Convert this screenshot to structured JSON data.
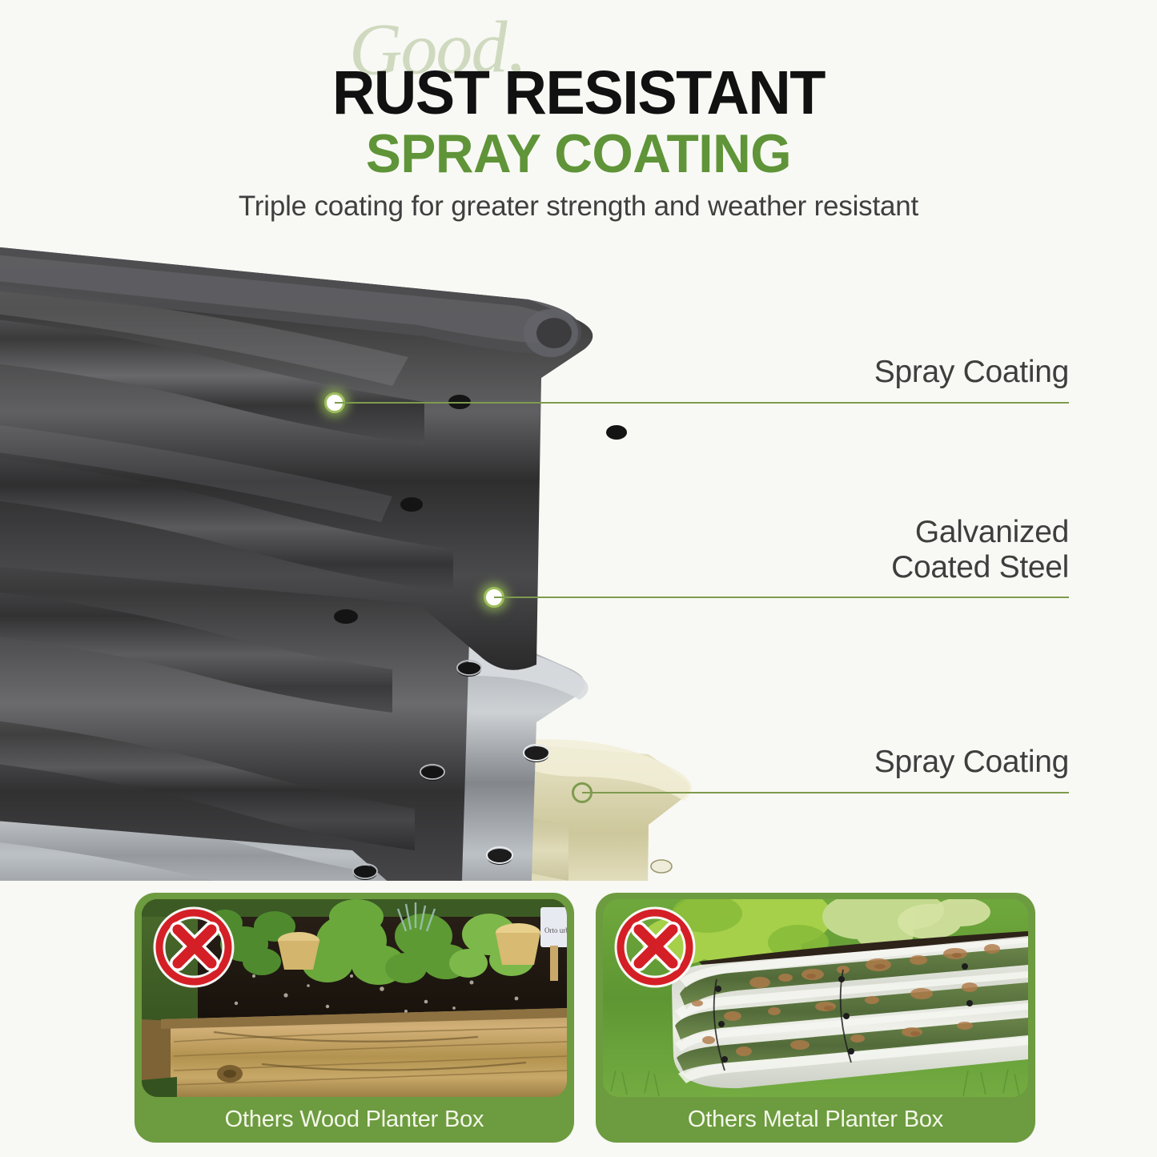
{
  "header": {
    "script_accent": "Good,",
    "title_line1": "RUST RESISTANT",
    "title_line2": "SPRAY COATING",
    "description": "Triple coating for greater strength and weather resistant"
  },
  "colors": {
    "background": "#f8f9f4",
    "brand_green": "#5f9438",
    "accent_line_green": "#7e9b4e",
    "script_green": "#cfd9bf",
    "caption_bar_green": "#6d9b3f",
    "callout_text": "#3e3e3e",
    "title_black": "#111111",
    "ban_red": "#d41f26",
    "layer_spray_top": "#3a3a3a",
    "layer_galvanized": "#9aa0a3",
    "layer_spray_bottom": "#cbc79a"
  },
  "callouts": [
    {
      "id": "spray-coating-top",
      "label": "Spray Coating",
      "layer": "spray-coating"
    },
    {
      "id": "galvanized-coated-steel",
      "label": "Galvanized\nCoated Steel",
      "layer": "galvanized-steel"
    },
    {
      "id": "spray-coating-bottom",
      "label": "Spray Coating",
      "layer": "spray-coating"
    }
  ],
  "comparison_cards": [
    {
      "id": "others-wood-planter-box",
      "caption": "Others Wood Planter Box",
      "badge_icon": "prohibited-x-icon",
      "photo_alt": "wood-planter-box-photo"
    },
    {
      "id": "others-metal-planter-box",
      "caption": "Others Metal Planter Box",
      "badge_icon": "prohibited-x-icon",
      "photo_alt": "rusted-metal-planter-box-photo"
    }
  ],
  "product_layers": [
    {
      "name": "Spray Coating",
      "position": "top"
    },
    {
      "name": "Galvanized Coated Steel",
      "position": "middle"
    },
    {
      "name": "Spray Coating",
      "position": "bottom"
    }
  ]
}
